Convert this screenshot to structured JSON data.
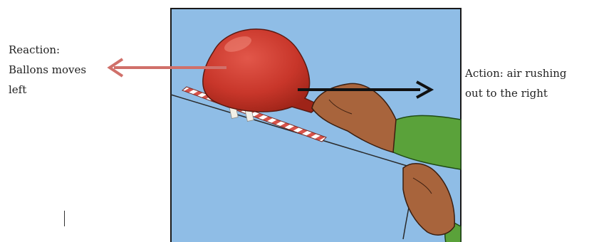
{
  "reaction": {
    "line1": "Reaction:",
    "line2": "Ballons moves",
    "line3": "left"
  },
  "action": {
    "line1": "Action: air rushing",
    "line2": "out to the right"
  },
  "colors": {
    "background": "#8fbde6",
    "balloon": "#cc3a2c",
    "reaction_arrow": "#d0706a",
    "action_arrow": "#111111",
    "sleeve": "#5aa23a",
    "skin": "#a8643c"
  }
}
